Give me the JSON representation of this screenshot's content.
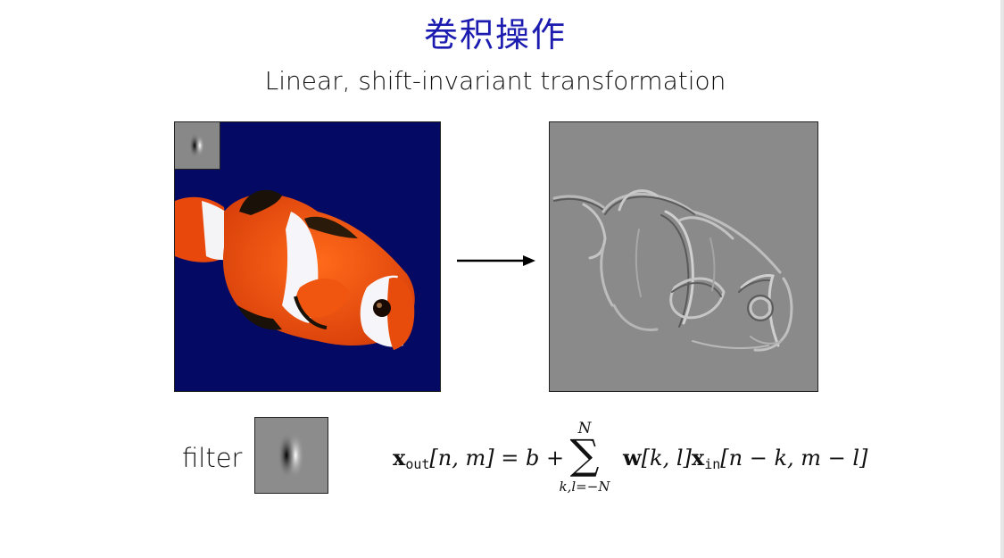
{
  "slide": {
    "title": "卷积操作",
    "subtitle": "Linear, shift-invariant transformation",
    "filter_label": "filter"
  },
  "equation": {
    "lhs_var": "x",
    "lhs_sub": "out",
    "lhs_args": "[n, m] = b +",
    "sum_upper": "N",
    "sum_symbol": "∑",
    "sum_lower": "k,l=−N",
    "weight": "w",
    "weight_args": "[k, l]",
    "rhs_var": "x",
    "rhs_sub": "in",
    "rhs_args": "[n − k, m − l]"
  },
  "colors": {
    "title": "#1b1bb0",
    "input_background": "#040a63",
    "output_background": "#8a8a8a",
    "fish_orange": "#f0520e"
  },
  "images": {
    "input": "clownfish-photo",
    "output": "edge-filtered-clownfish",
    "kernel": "gaussian-derivative-kernel"
  }
}
